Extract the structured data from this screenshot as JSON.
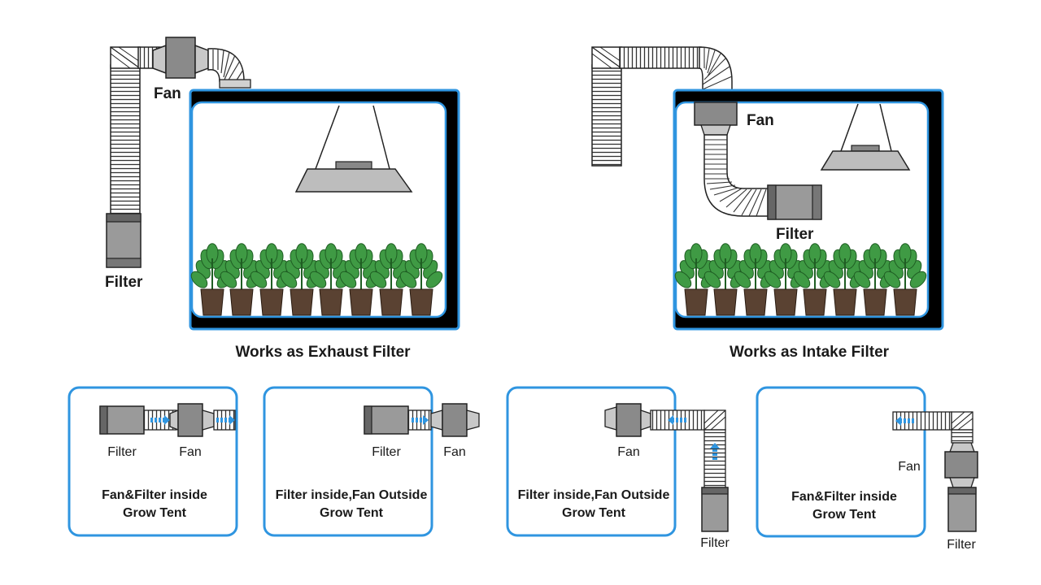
{
  "colors": {
    "frame_blue": "#2f95e0",
    "tent_black": "#000000",
    "duct_grey": "#d9d9d9",
    "fan_grey": "#8a8a8a",
    "filter_grey": "#9a9a9a",
    "leaf_green": "#3f9a44",
    "pot_brown": "#5a4232",
    "lamp_grey": "#bdbdbd",
    "arrow_blue": "#2f95e0"
  },
  "exhaust": {
    "fan_label": "Fan",
    "filter_label": "Filter",
    "caption": "Works as Exhaust Filter"
  },
  "intake": {
    "fan_label": "Fan",
    "filter_label": "Filter",
    "caption": "Works as Intake Filter"
  },
  "setups": [
    {
      "filter_label": "Filter",
      "fan_label": "Fan",
      "caption_line1": "Fan&Filter inside",
      "caption_line2": "Grow Tent"
    },
    {
      "filter_label": "Filter",
      "fan_label": "Fan",
      "caption_line1": "Filter inside,Fan Outside",
      "caption_line2": "Grow Tent"
    },
    {
      "filter_label": "Filter",
      "fan_label": "Fan",
      "caption_line1": "Filter inside,Fan Outside",
      "caption_line2": "Grow Tent"
    },
    {
      "filter_label": "Filter",
      "fan_label": "Fan",
      "caption_line1": "Fan&Filter inside",
      "caption_line2": "Grow Tent"
    }
  ],
  "icons": [
    "duct-icon",
    "fan-icon",
    "filter-icon",
    "grow-light-icon",
    "plant-icon",
    "airflow-arrow-icon"
  ]
}
